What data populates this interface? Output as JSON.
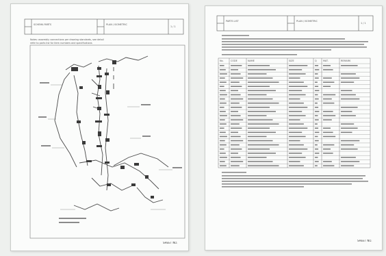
{
  "left_page": {
    "header_title": "SCHEMA PARTS",
    "header_subtitle": "PLAN / ISOMETRIC",
    "header_page": "1 / 1",
    "note_line_1": "Notes: assembly connections per drawing standards, see detail",
    "note_line_2": "refer to parts list for item numbers and specifications",
    "footer_code": "SHEET NO."
  },
  "right_page": {
    "header_title": "PARTS LIST",
    "header_subtitle": "PLAN / ISOMETRIC",
    "header_page": "1 / 1",
    "table_headers": [
      "No.",
      "CODE",
      "NAME",
      "SIZE",
      "Q",
      "MAT.",
      "REMARK"
    ],
    "footer_code": "SHEET NO."
  },
  "colors": {
    "paper": "#fbfcfb",
    "background": "#eef0ee",
    "ink": "#3a3a3a"
  }
}
